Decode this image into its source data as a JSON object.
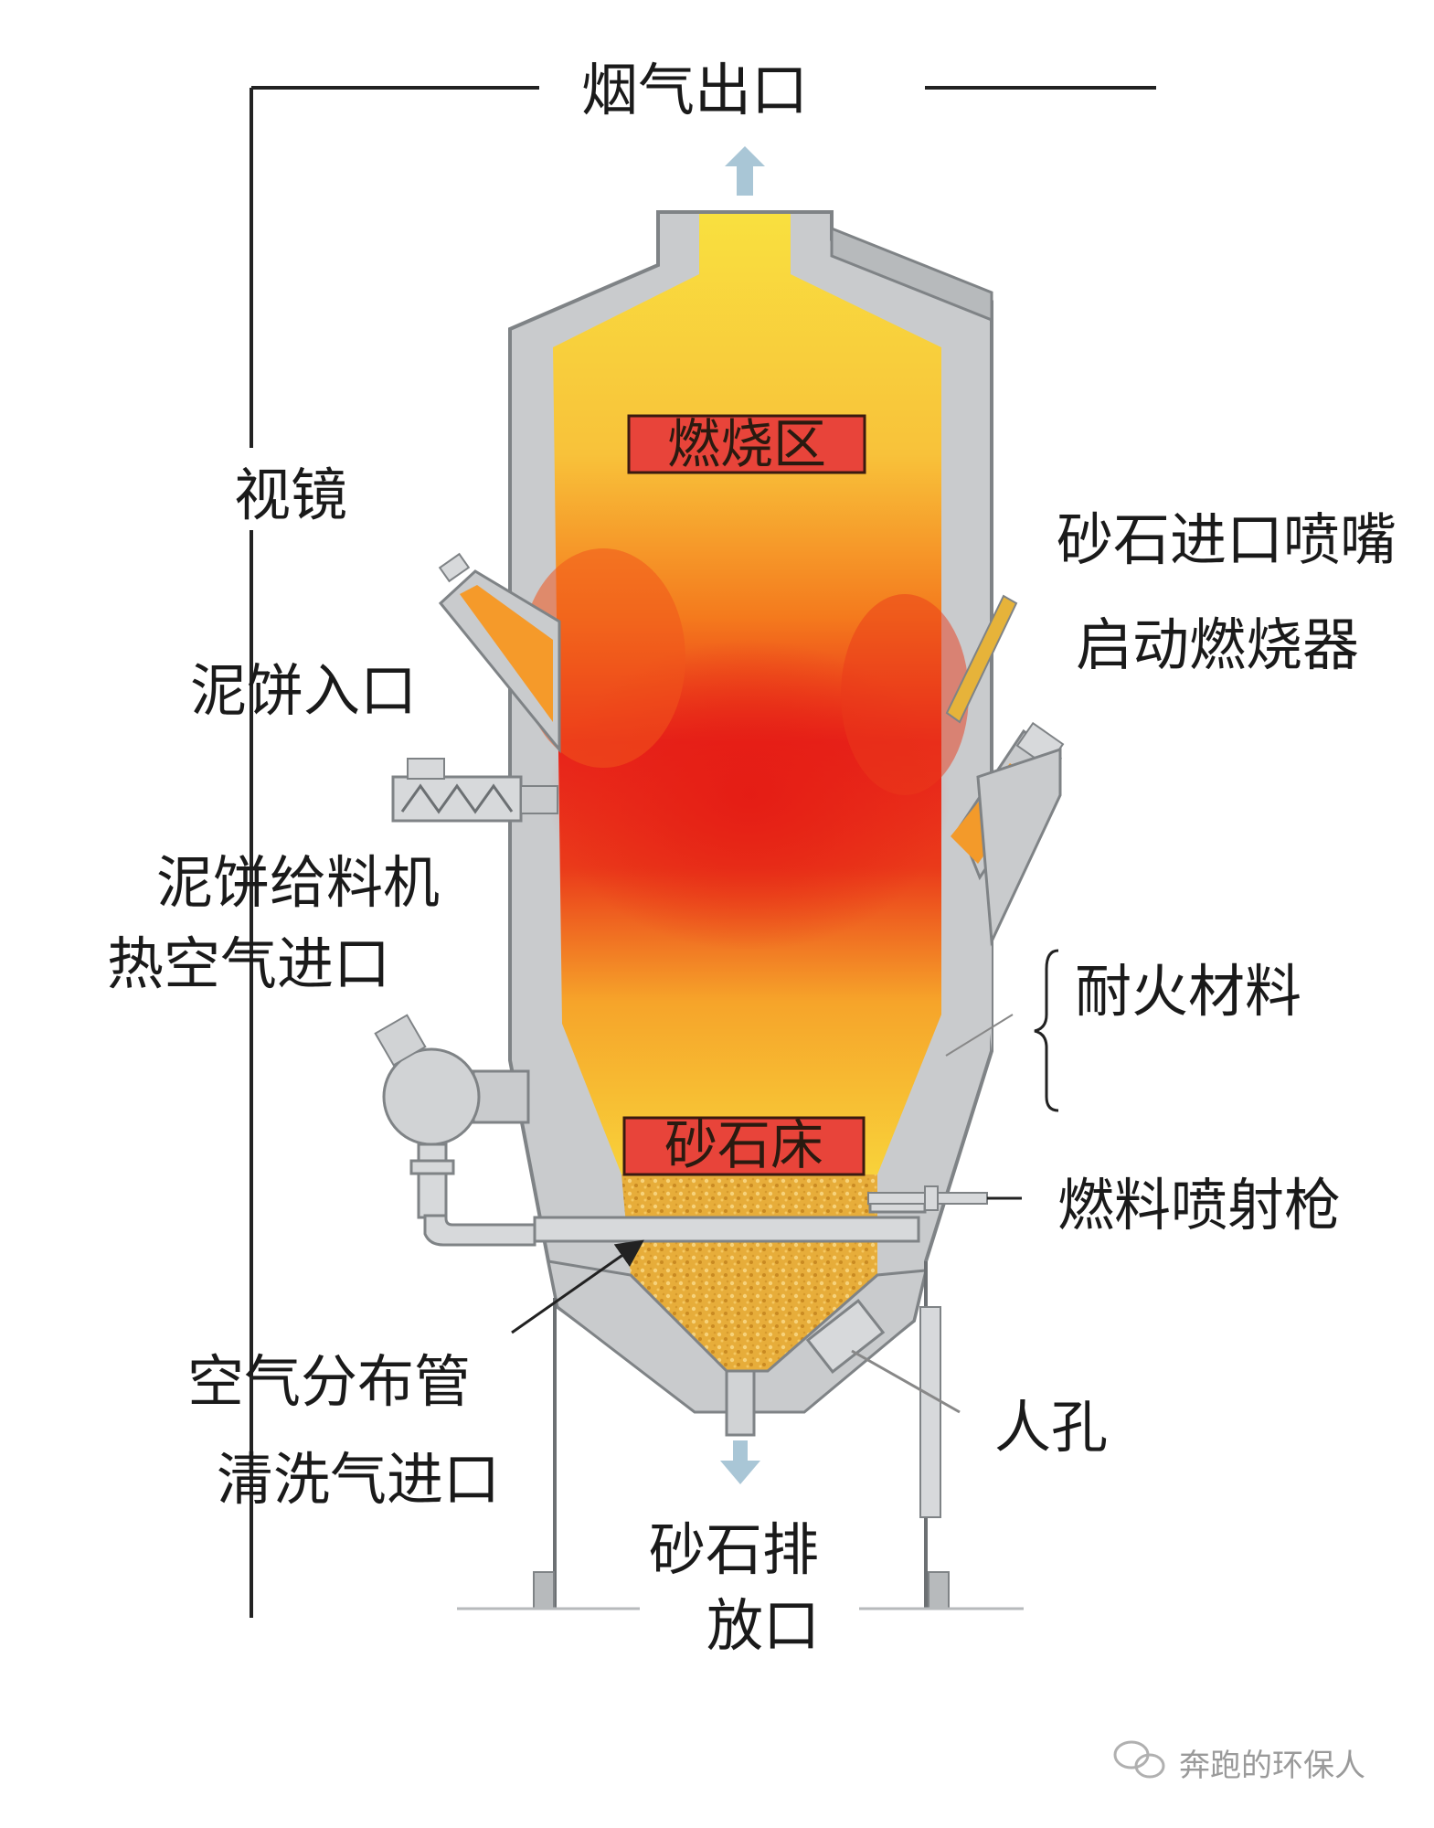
{
  "labels": {
    "flue_gas_outlet": "烟气出口",
    "sight_glass": "视镜",
    "sludge_inlet": "泥饼入口",
    "sludge_feeder": "泥饼给料机",
    "hot_air_inlet": "热空气进口",
    "air_distribution_pipe": "空气分布管",
    "purge_gas_inlet": "清洗气进口",
    "sand_inlet_nozzle": "砂石进口喷嘴",
    "start_burner": "启动燃烧器",
    "refractory_material": "耐火材料",
    "fuel_injection_gun": "燃料喷射枪",
    "manhole": "人孔",
    "sand_discharge_line1": "砂石排",
    "sand_discharge_line2": "放口"
  },
  "zones": {
    "combustion_zone": "燃烧区",
    "sand_bed": "砂石床"
  },
  "watermark": "奔跑的环保人",
  "colors": {
    "wall": "#c9cbcd",
    "wall_stroke": "#8f9396",
    "flame_hot": "#e8231a",
    "flame_mid": "#f57f17",
    "flame_cool": "#f9d53a",
    "sand": "#e7ad3a",
    "zone_box": "#e8443a",
    "arrow": "#a9c6d6",
    "line": "#222222"
  }
}
